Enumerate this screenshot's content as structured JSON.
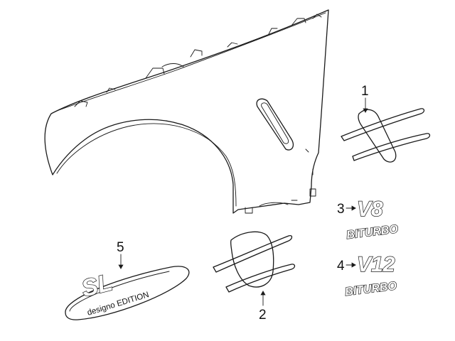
{
  "callouts": {
    "c1": "1",
    "c2": "2",
    "c3": "3",
    "c4": "4",
    "c5": "5"
  },
  "badges": {
    "v8": {
      "model": "V8",
      "subline": "BITURBO"
    },
    "v12": {
      "model": "V12",
      "subline": "BITURBO"
    },
    "sl": {
      "model": "SL",
      "edition": "designo EDITION"
    }
  }
}
